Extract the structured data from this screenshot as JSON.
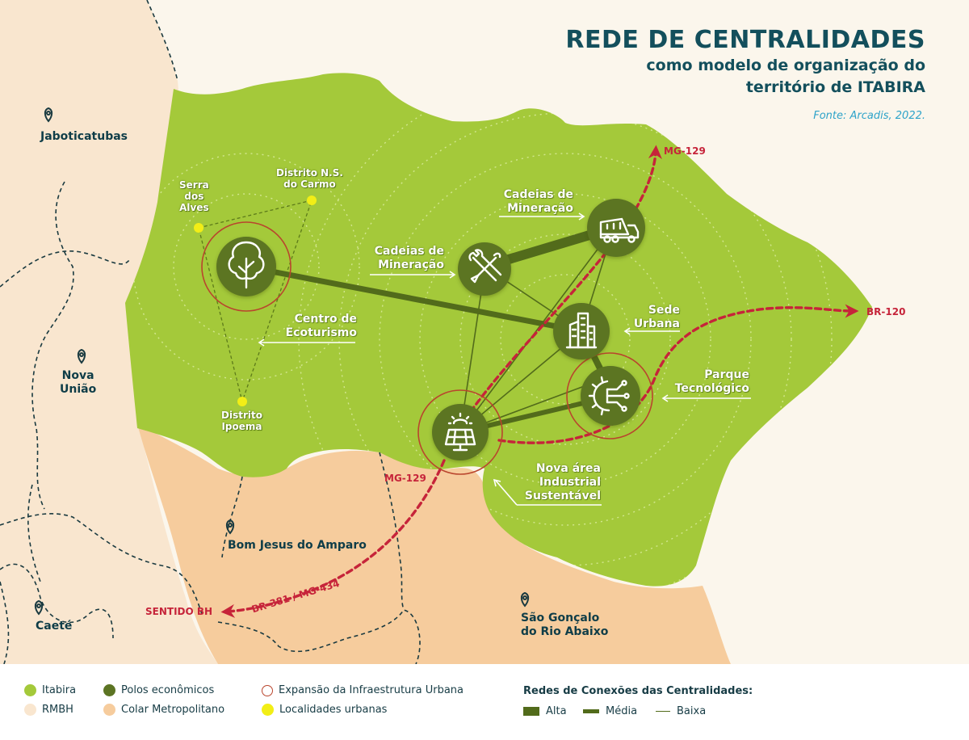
{
  "title": {
    "main": "REDE DE CENTRALIDADES",
    "line2": "como modelo de organização do",
    "line3": "território de ITABIRA",
    "source": "Fonte: Arcadis, 2022."
  },
  "colors": {
    "itabira": "#a4c93a",
    "rmbh": "#f9e6cf",
    "colar": "#f6cc9d",
    "background": "#fbf6ec",
    "polo": "#5c7423",
    "expansao": "#b9452d",
    "localidade": "#f2ee16",
    "road": "#c6243a",
    "text_dark": "#134f5c"
  },
  "municipalities": [
    {
      "name": "Jaboticatubas",
      "icon": "map-pin-icon"
    },
    {
      "name": "Nova\nUnião",
      "icon": "map-pin-icon"
    },
    {
      "name": "Caeté",
      "icon": "map-pin-icon"
    },
    {
      "name": "Bom Jesus do Amparo",
      "icon": "map-pin-icon"
    },
    {
      "name": "São Gonçalo\ndo Rio Abaixo",
      "icon": "map-pin-icon"
    }
  ],
  "localities": [
    {
      "name": "Serra\ndos\nAlves"
    },
    {
      "name": "Distrito N.S.\ndo Carmo"
    },
    {
      "name": "Distrito\nIpoema"
    }
  ],
  "poles": [
    {
      "label": "Centro de\nEcoturismo",
      "icon": "tree-icon"
    },
    {
      "label": "Cadeias de\nMineração",
      "icon": "tools-icon"
    },
    {
      "label": "Cadeias de\nMineração",
      "icon": "truck-icon"
    },
    {
      "label": "Sede\nUrbana",
      "icon": "buildings-icon"
    },
    {
      "label": "Parque\nTecnológico",
      "icon": "tech-gear-icon"
    },
    {
      "label": "Nova área\nIndustrial\nSustentável",
      "icon": "solar-panel-icon"
    }
  ],
  "roads": [
    "MG-129",
    "BR-120",
    "MG-129",
    "BR-381 / MG-434",
    "SENTIDO BH"
  ],
  "legend": {
    "items": [
      {
        "label": "Itabira",
        "type": "dot",
        "color": "#a4c93a"
      },
      {
        "label": "RMBH",
        "type": "dot",
        "color": "#f9e6cf"
      },
      {
        "label": "Polos econômicos",
        "type": "dot",
        "color": "#5c7423"
      },
      {
        "label": "Colar Metropolitano",
        "type": "dot",
        "color": "#f6cc9d"
      },
      {
        "label": "Expansão da Infraestrutura Urbana",
        "type": "ring",
        "color": "#b9452d"
      },
      {
        "label": "Localidades urbanas",
        "type": "dot",
        "color": "#f2ee16"
      }
    ],
    "network_title": "Redes de Conexões das Centralidades:",
    "network": [
      {
        "label": "Alta",
        "weight": "high"
      },
      {
        "label": "Média",
        "weight": "medium"
      },
      {
        "label": "Baixa",
        "weight": "low"
      }
    ]
  }
}
